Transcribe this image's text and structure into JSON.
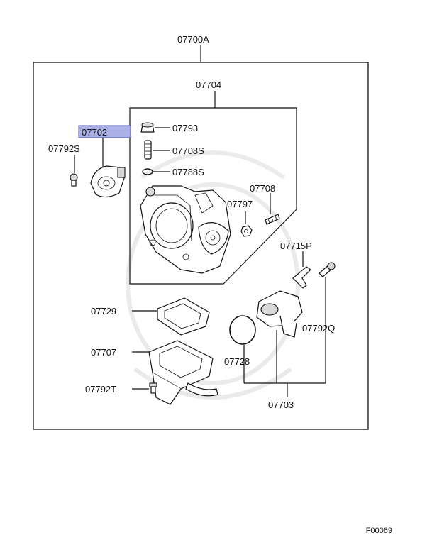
{
  "labels": {
    "assembly": "07700A",
    "throttle_body": "07704",
    "sensor": "07702",
    "screw_s": "07792S",
    "cap": "07793",
    "screw_08s": "07708S",
    "oring_88s": "07788S",
    "screw_08": "07708",
    "nut": "07797",
    "bracket": "07715P",
    "gasket": "07729",
    "screw_q": "07792Q",
    "heater": "07707",
    "oring_28": "07728",
    "screw_t": "07792T",
    "isc_motor": "07703"
  },
  "footer_code": "F00069",
  "highlight_color": "#aab0e6"
}
